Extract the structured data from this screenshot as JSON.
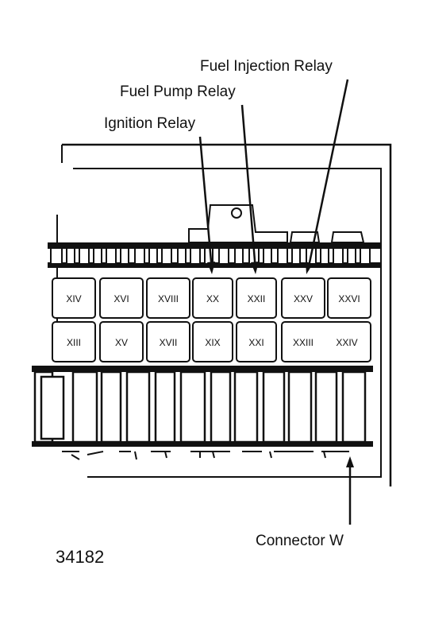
{
  "callouts": {
    "fuel_injection_relay": "Fuel Injection Relay",
    "fuel_pump_relay": "Fuel Pump Relay",
    "ignition_relay": "Ignition Relay",
    "connector_w": "Connector W"
  },
  "relays_top_row": [
    "XIV",
    "XVI",
    "XVIII",
    "XX",
    "XXII",
    "XXV",
    "XXVI"
  ],
  "relays_bottom_row": [
    "XIII",
    "XV",
    "XVII",
    "XIX",
    "XXI",
    "XXIII",
    "XXIV"
  ],
  "figure_number": "34182",
  "colors": {
    "ink": "#111111",
    "paper": "#ffffff"
  }
}
